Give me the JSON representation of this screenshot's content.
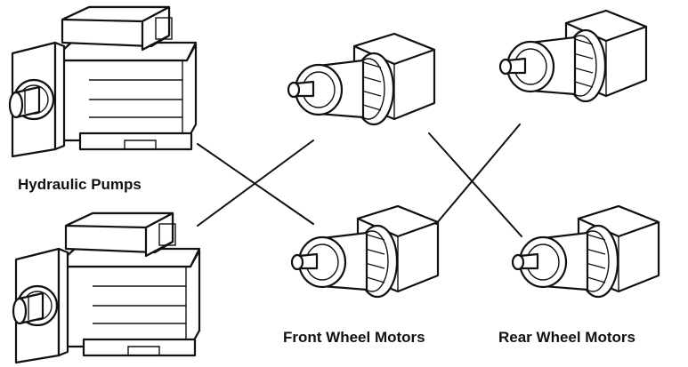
{
  "labels": {
    "pumps": "Hydraulic Pumps",
    "front_motors": "Front Wheel Motors",
    "rear_motors": "Rear Wheel Motors"
  }
}
